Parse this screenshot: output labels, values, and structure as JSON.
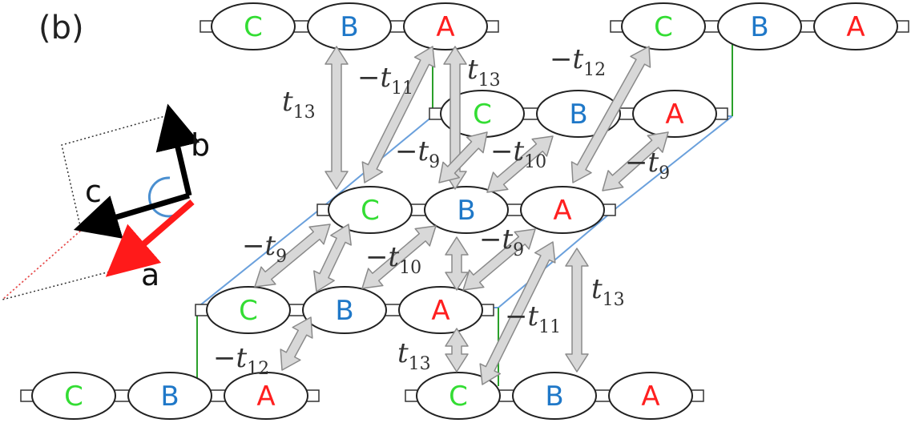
{
  "panel_label": "(b)",
  "colors": {
    "A": "#ff1f1f",
    "B": "#1f78c8",
    "C": "#33dd33",
    "cell_line": "#6aa0dc",
    "bond_line": "#2aa02a",
    "arrow_fill": "#d8d8d8",
    "arrow_stroke": "#8a8a8a",
    "axis_a": "#ff1a1a",
    "axis_bc": "#000000",
    "angle_arc": "#4a8fd0"
  },
  "axes": {
    "a": "a",
    "b": "b",
    "c": "c"
  },
  "molecule_letters": {
    "A": "A",
    "B": "B",
    "C": "C"
  },
  "hopping_labels": [
    {
      "id": "t13-top-left",
      "minus": "",
      "sym": "t",
      "sub": "13"
    },
    {
      "id": "t11-top",
      "minus": "−",
      "sym": "t",
      "sub": "11"
    },
    {
      "id": "t13-top-mid",
      "minus": "",
      "sym": "t",
      "sub": "13"
    },
    {
      "id": "t12-top-right",
      "minus": "−",
      "sym": "t",
      "sub": "12"
    },
    {
      "id": "t9-upper",
      "minus": "−",
      "sym": "t",
      "sub": "9"
    },
    {
      "id": "t10-upper",
      "minus": "−",
      "sym": "t",
      "sub": "10"
    },
    {
      "id": "t9-upper-right",
      "minus": "−",
      "sym": "t",
      "sub": "9"
    },
    {
      "id": "t9-lower-left",
      "minus": "−",
      "sym": "t",
      "sub": "9"
    },
    {
      "id": "t10-lower",
      "minus": "−",
      "sym": "t",
      "sub": "10"
    },
    {
      "id": "t9-lower-mid",
      "minus": "−",
      "sym": "t",
      "sub": "9"
    },
    {
      "id": "t13-right",
      "minus": "",
      "sym": "t",
      "sub": "13"
    },
    {
      "id": "t11-right",
      "minus": "−",
      "sym": "t",
      "sub": "11"
    },
    {
      "id": "t12-bottom",
      "minus": "−",
      "sym": "t",
      "sub": "12"
    },
    {
      "id": "t13-bottom",
      "minus": "",
      "sym": "t",
      "sub": "13"
    }
  ]
}
